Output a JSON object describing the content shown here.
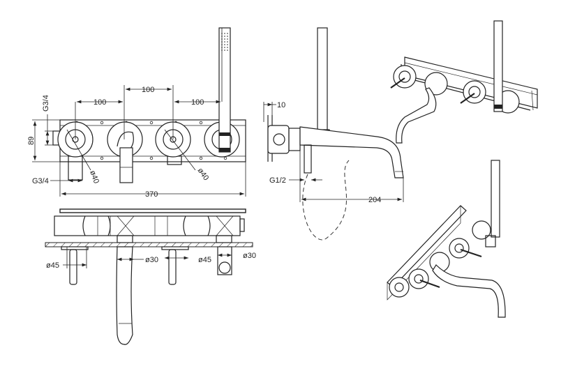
{
  "front_view": {
    "dim_spacing_left": "100",
    "dim_spacing_middle": "100",
    "dim_spacing_right": "100",
    "dim_height": "89",
    "dim_total_width": "370",
    "thread_top": "G3/4",
    "thread_bottom": "G3/4",
    "diameter_left": "ø40",
    "diameter_right": "ø40"
  },
  "side_view": {
    "dim_offset": "10",
    "thread": "G1/2",
    "dim_spout_length": "204"
  },
  "bottom_view": {
    "diameter_left_handle": "ø45",
    "diameter_spout": "ø30",
    "diameter_right_handle": "ø45",
    "diameter_shower_outlet": "ø30"
  },
  "colors": {
    "line": "#222222",
    "background": "#ffffff"
  }
}
